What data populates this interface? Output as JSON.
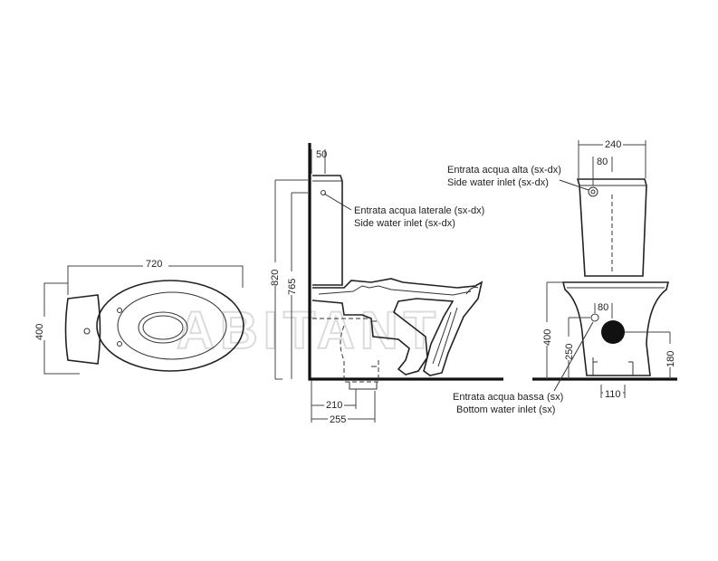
{
  "watermark": "ABITANT",
  "dimensions": {
    "top_width": "720",
    "top_depth": "400",
    "side_height_820": "820",
    "side_height_765": "765",
    "side_tank_offset": "50",
    "side_outlet_210": "210",
    "side_outlet_255": "255",
    "front_tank_width": "240",
    "front_inlet_80_top": "80",
    "front_inlet_80_bottom": "80",
    "front_height_400": "400",
    "front_height_250": "250",
    "front_height_180": "180",
    "front_outlet_110": "110"
  },
  "labels": {
    "side_inlet_it": "Entrata acqua laterale (sx-dx)",
    "side_inlet_en": "Side water inlet (sx-dx)",
    "high_inlet_it": "Entrata acqua alta (sx-dx)",
    "high_inlet_en": "Side water inlet (sx-dx)",
    "low_inlet_it": "Entrata acqua bassa (sx)",
    "low_inlet_en": "Bottom water inlet (sx)"
  }
}
